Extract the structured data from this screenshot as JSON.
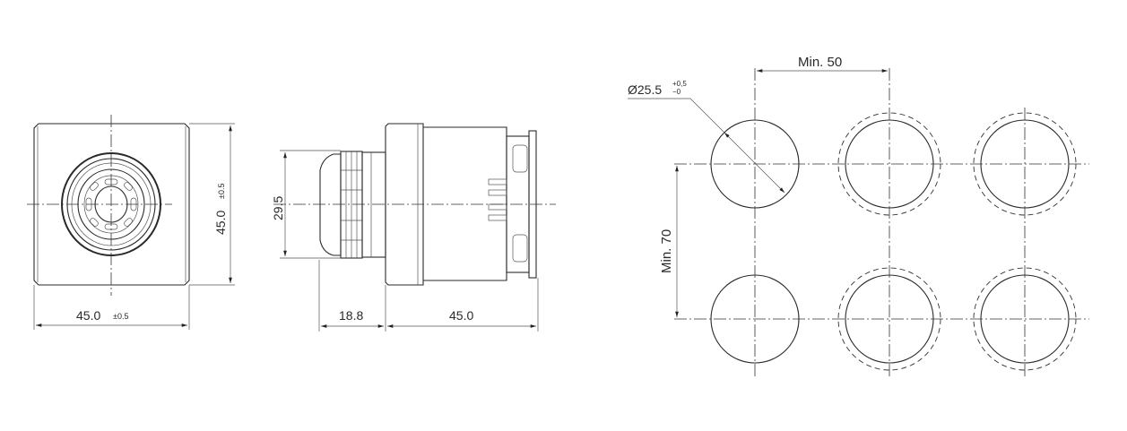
{
  "front_view": {
    "width_dim": "45.0",
    "width_tol": "±0.5",
    "height_dim": "45.0",
    "height_tol": "±0.5"
  },
  "side_view": {
    "diameter_dim": "29.5",
    "front_depth_dim": "18.8",
    "body_depth_dim": "45.0"
  },
  "cutout_layout": {
    "hole_diameter": "Ø25.5",
    "hole_tol_upper": "+0,5",
    "hole_tol_lower": "−0",
    "horizontal_spacing": "Min. 50",
    "vertical_spacing": "Min. 70"
  }
}
